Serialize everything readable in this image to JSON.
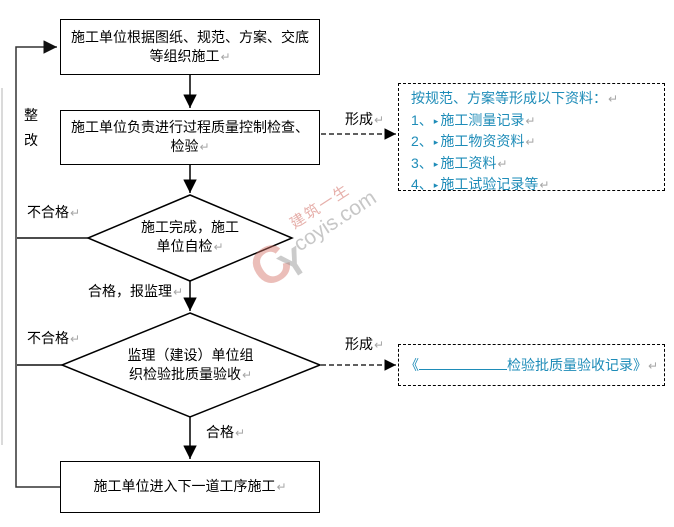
{
  "marks": {
    "return": "↵",
    "tab": "▸"
  },
  "colors": {
    "accent_teal": "#1E8CB8",
    "line_black": "#000000",
    "loop_gray": "#333333"
  },
  "flow": {
    "box_start": "施工单位根据图纸、规范、方案、交底等组织施工",
    "box_process_check": "施工单位负责进行过程质量控制检查、检验",
    "diamond_self_check": "施工完成，施工单位自检",
    "diamond_acceptance": "监理（建设）单位组织检验批质量验收",
    "box_next_process": "施工单位进入下一道工序施工"
  },
  "labels": {
    "rectify": "整改",
    "fail": "不合格",
    "pass_report": "合格，报监理",
    "pass": "合格",
    "form": "形成"
  },
  "side_docs": {
    "title": "按规范、方案等形成以下资料：",
    "items": [
      {
        "num": "1、",
        "text": "施工测量记录"
      },
      {
        "num": "2、",
        "text": "施工物资资料"
      },
      {
        "num": "3、",
        "text": "施工资料"
      },
      {
        "num": "4、",
        "text": "施工试验记录等"
      }
    ]
  },
  "record_doc": {
    "prefix": "《",
    "title": "检验批质量验收记录",
    "suffix": "》"
  },
  "watermark": {
    "cn": "建筑一生",
    "domain": "coyis.com",
    "logo_c": "C",
    "logo_y": "Y"
  }
}
